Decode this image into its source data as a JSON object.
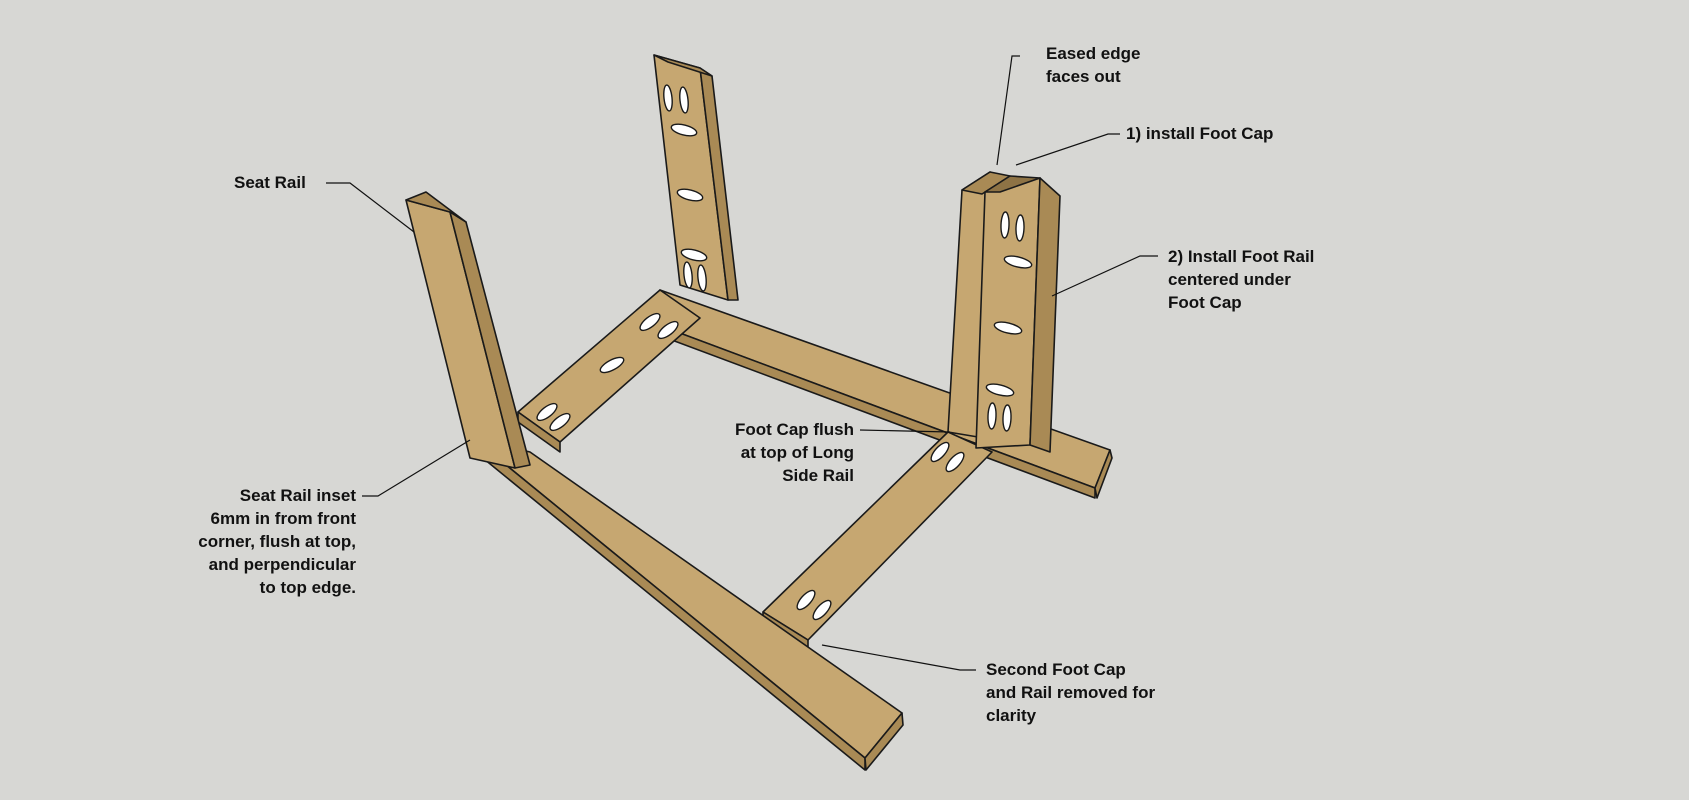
{
  "colors": {
    "background": "#d7d7d4",
    "wood_face": "#c6a771",
    "wood_side": "#a98a55",
    "wood_shadow": "#8e7345",
    "outline": "#1a1a1a",
    "pocket_hole": "#ffffff"
  },
  "callouts": {
    "seat_rail": {
      "lines": [
        "Seat Rail"
      ]
    },
    "eased_edge": {
      "lines": [
        "Eased edge",
        "faces out"
      ]
    },
    "install_foot_cap": {
      "lines": [
        "1) install Foot Cap"
      ]
    },
    "install_foot_rail": {
      "lines": [
        "2) Install Foot Rail",
        "centered under",
        "Foot Cap"
      ]
    },
    "foot_cap_flush": {
      "lines": [
        "Foot Cap flush",
        "at top of Long",
        "Side Rail"
      ]
    },
    "seat_rail_inset": {
      "lines": [
        "Seat Rail inset",
        "6mm in from front",
        "corner, flush at top,",
        "and perpendicular",
        "to top edge."
      ]
    },
    "second_foot_cap": {
      "lines": [
        "Second Foot Cap",
        "and Rail removed for",
        "clarity"
      ]
    }
  }
}
